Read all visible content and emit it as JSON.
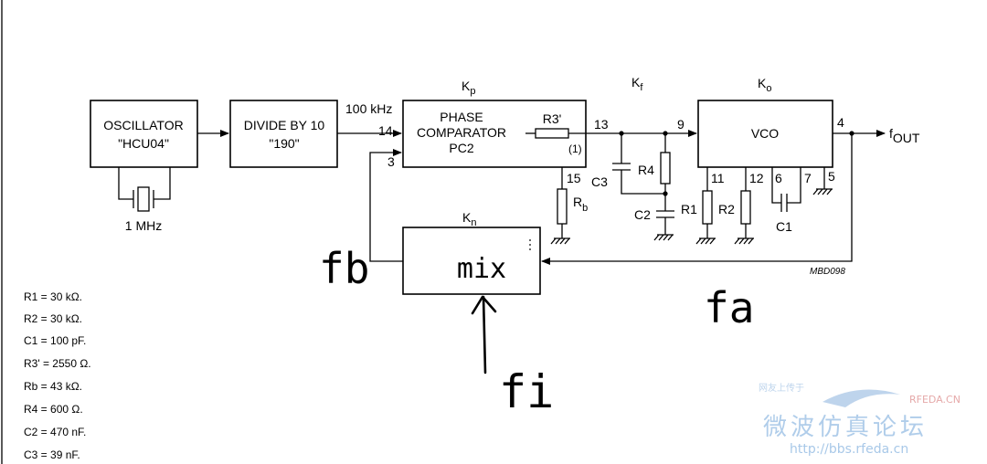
{
  "blocks": {
    "oscillator_line1": "OSCILLATOR",
    "oscillator_line2": "\"HCU04\"",
    "divider_line1": "DIVIDE BY 10",
    "divider_line2": "\"190\"",
    "phase_line1": "PHASE",
    "phase_line2": "COMPARATOR",
    "phase_line3": "PC2",
    "vco": "VCO",
    "mix": "mix"
  },
  "labels": {
    "crystal_freq": "1 MHz",
    "ref_freq": "100 kHz",
    "kp": "K",
    "kp_sub": "p",
    "kf": "K",
    "kf_sub": "f",
    "ko": "K",
    "ko_sub": "o",
    "kn": "K",
    "kn_sub": "n",
    "r3p": "R3'",
    "note1": "(1)",
    "rb": "R",
    "rb_sub": "b",
    "c3": "C3",
    "r4": "R4",
    "c2": "C2",
    "r1": "R1",
    "r2": "R2",
    "c1": "C1",
    "fout": "f",
    "fout_sub": "OUT",
    "figure_code": "MBD098"
  },
  "pins": {
    "p14": "14",
    "p3": "3",
    "p13": "13",
    "p9": "9",
    "p15": "15",
    "p11": "11",
    "p12": "12",
    "p6": "6",
    "p7": "7",
    "p4": "4",
    "p5": "5"
  },
  "handwriting": {
    "fb": "fb",
    "fa": "fa",
    "fi": "fi"
  },
  "component_values": [
    "R1 = 30 kΩ.",
    "R2 = 30 kΩ.",
    "C1 = 100 pF.",
    "R3' = 2550 Ω.",
    "Rb = 43 kΩ.",
    "R4 = 600 Ω.",
    "C2 = 470 nF.",
    "C3 = 39 nF."
  ],
  "watermark": {
    "site_cn": "微波仿真论坛",
    "brand": "RFEDA.CN",
    "url": "http://bbs.rfeda.cn",
    "tagline": "网友上传于"
  },
  "colors": {
    "ink": "#000000",
    "watermark": "#9fc3e6"
  }
}
